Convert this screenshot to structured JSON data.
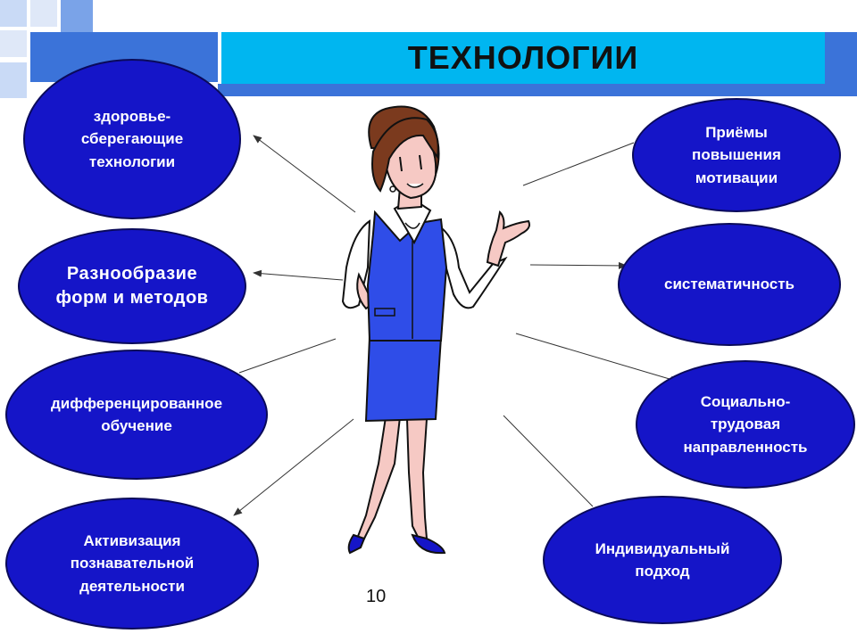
{
  "title": "ТЕХНОЛОГИИ",
  "page_number": "10",
  "colors": {
    "title_bar": "#00b6f0",
    "node_fill": "#1515c8",
    "node_text": "#ffffff",
    "deco_blue": "#3b73d9"
  },
  "icons": [
    "teacher-figure-illustration"
  ],
  "nodes": {
    "health": "здоровье-\nсберегающие\nтехнологии",
    "forms": "Разнообразие\nформ и методов",
    "differentiated": "дифференцированное\nобучение",
    "activation": "Активизация\nпознавательной\nдеятельности",
    "motivation": "Приёмы\nповышения\nмотивации",
    "systematic": "систематичность",
    "social": "Социально-\nтрудовая\nнаправленность",
    "individual": "Индивидуальный\nподход"
  }
}
